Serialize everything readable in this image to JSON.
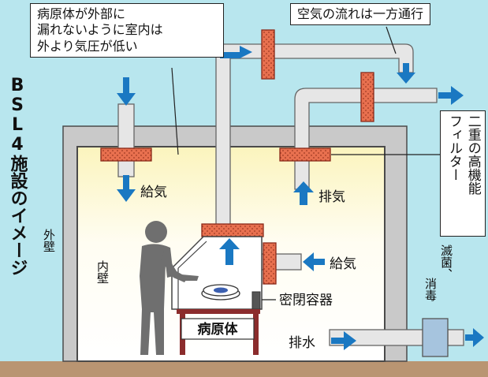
{
  "title": "BSL4施設のイメージ",
  "labels": {
    "pressure_note": [
      "病原体が外部に",
      "漏れないように室内は",
      "外より気圧が低い"
    ],
    "airflow_note": "空気の流れは一方通行",
    "filter_note": [
      "二重の高機能",
      "フィルター"
    ],
    "outer_wall": "外壁",
    "inner_wall": "内壁",
    "supply_air_left": "給気",
    "exhaust_air": "排気",
    "supply_air_right": "給気",
    "container": "密閉容器",
    "pathogen": "病原体",
    "sterilize": [
      "滅菌、",
      "消毒"
    ],
    "drainage": "排水"
  },
  "colors": {
    "background": "#b8e6ee",
    "wall": "#c9c9c9",
    "wall_border": "#4a4a4a",
    "room_top": "#fbf6c8",
    "pipe": "#e6e6e6",
    "filter": "#e8704f",
    "arrow": "#1a78c2",
    "ground": "#b99572",
    "person": "#6f6f6f",
    "table": "#8b2c2c",
    "sterilizer": "#a6c4de"
  }
}
